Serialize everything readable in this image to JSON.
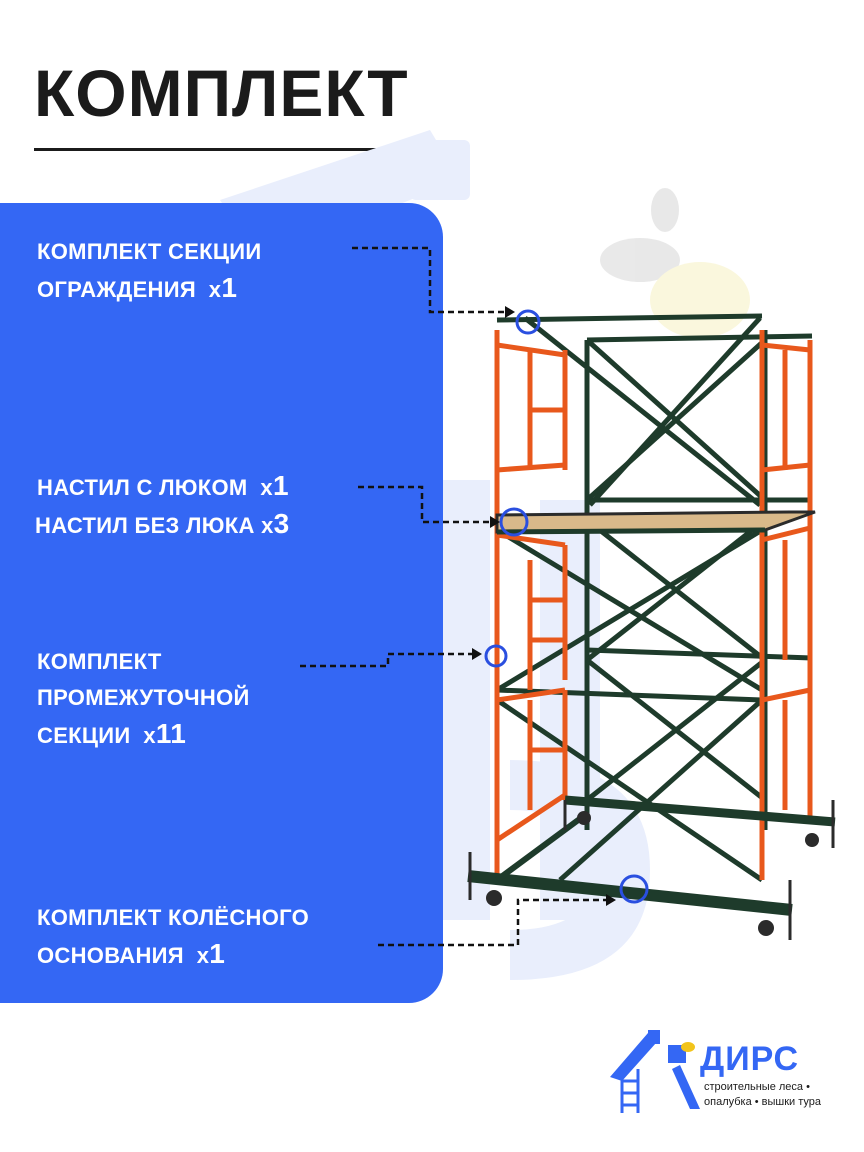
{
  "title": "КОМПЛЕКТ",
  "items": [
    {
      "line1": "КОМПЛЕКТ СЕКЦИИ",
      "line2": "ОГРАЖДЕНИЯ",
      "qty_prefix": "х",
      "qty": "1"
    },
    {
      "line1": "НАСТИЛ С ЛЮКОМ",
      "qty1_prefix": "х",
      "qty1": "1",
      "line2": "НАСТИЛ БЕЗ ЛЮКА",
      "qty2_prefix": "х",
      "qty2": "3"
    },
    {
      "line1": "КОМПЛЕКТ",
      "line2": "ПРОМЕЖУТОЧНОЙ",
      "line3": "СЕКЦИИ",
      "qty_prefix": "х",
      "qty": "11"
    },
    {
      "line1": "КОМПЛЕКТ КОЛЁСНОГО",
      "line2": "ОСНОВАНИЯ",
      "qty_prefix": "х",
      "qty": "1"
    }
  ],
  "logo": {
    "name": "ДИРС",
    "tagline1": "строительные леса •",
    "tagline2": "опалубка • вышки тура"
  },
  "colors": {
    "panel": "#3467f4",
    "frame_orange": "#e8581c",
    "brace_green": "#1e3b2b",
    "marker_blue": "#2a4fe0"
  }
}
